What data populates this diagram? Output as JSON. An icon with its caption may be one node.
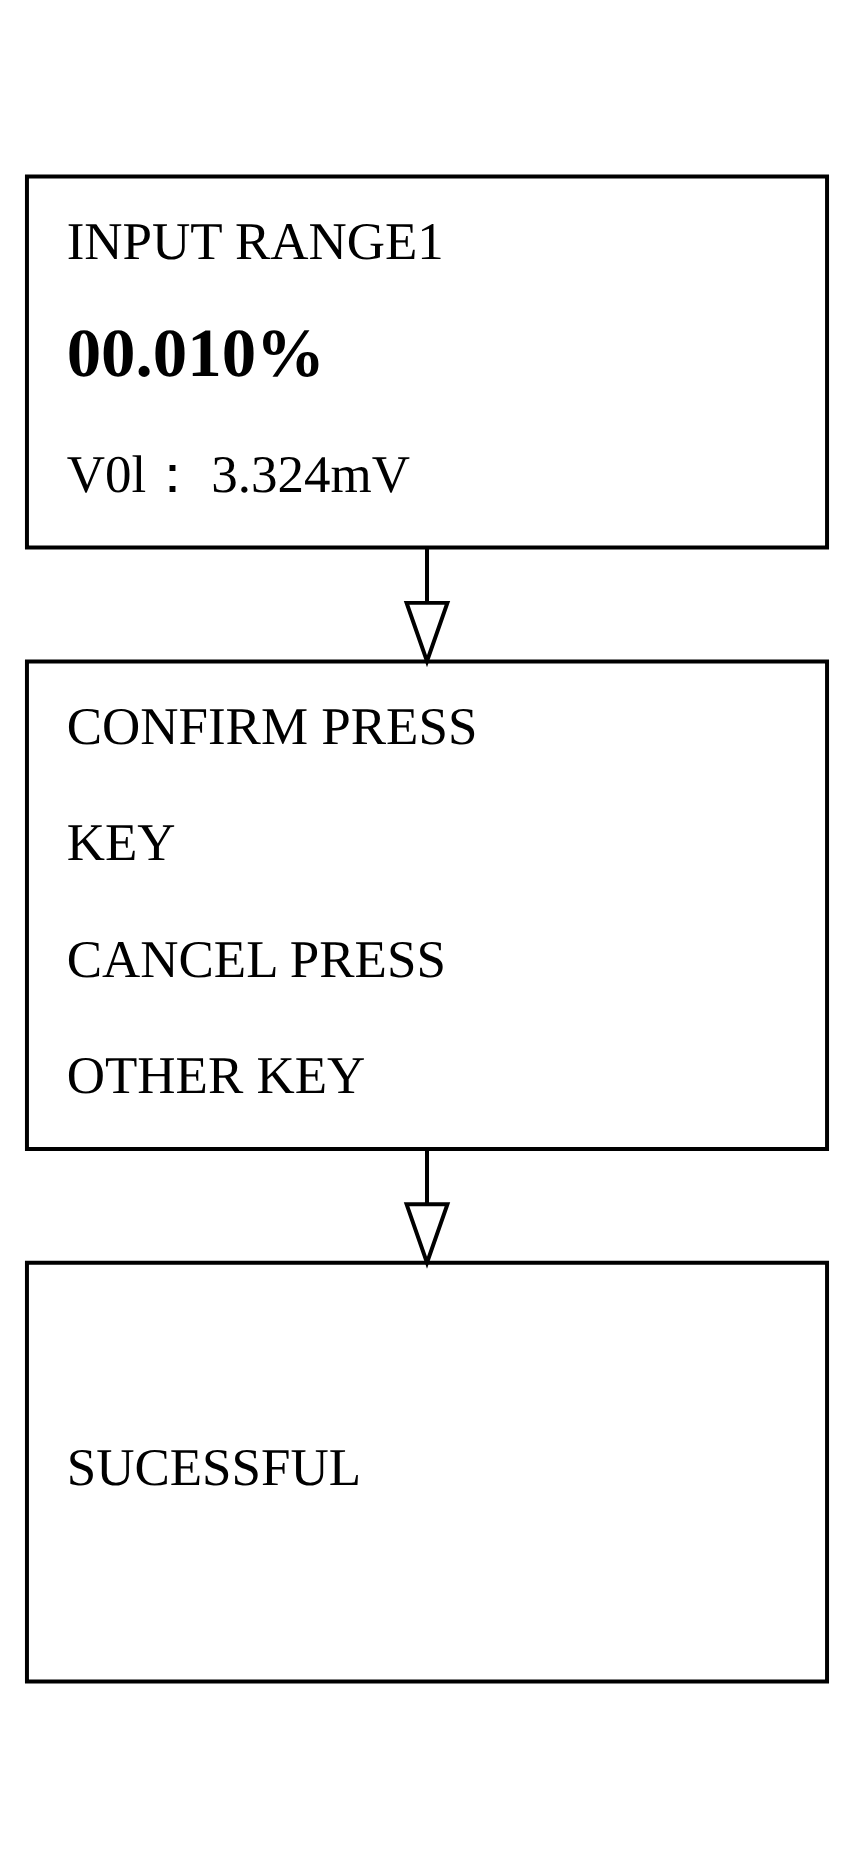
{
  "diagram": {
    "nodes": [
      {
        "text": [
          "INPUT RANGE1",
          "00.010%",
          "V0l： 3.324mV"
        ]
      },
      {
        "text": [
          "CONFIRM PRESS",
          "KEY",
          "CANCEL PRESS",
          "OTHER KEY"
        ]
      },
      {
        "text": [
          "SUCESSFUL"
        ]
      }
    ],
    "edges": [
      {
        "from": 0,
        "to": 1,
        "arrow": "to"
      },
      {
        "from": 1,
        "to": 2,
        "arrow": "to"
      }
    ]
  }
}
